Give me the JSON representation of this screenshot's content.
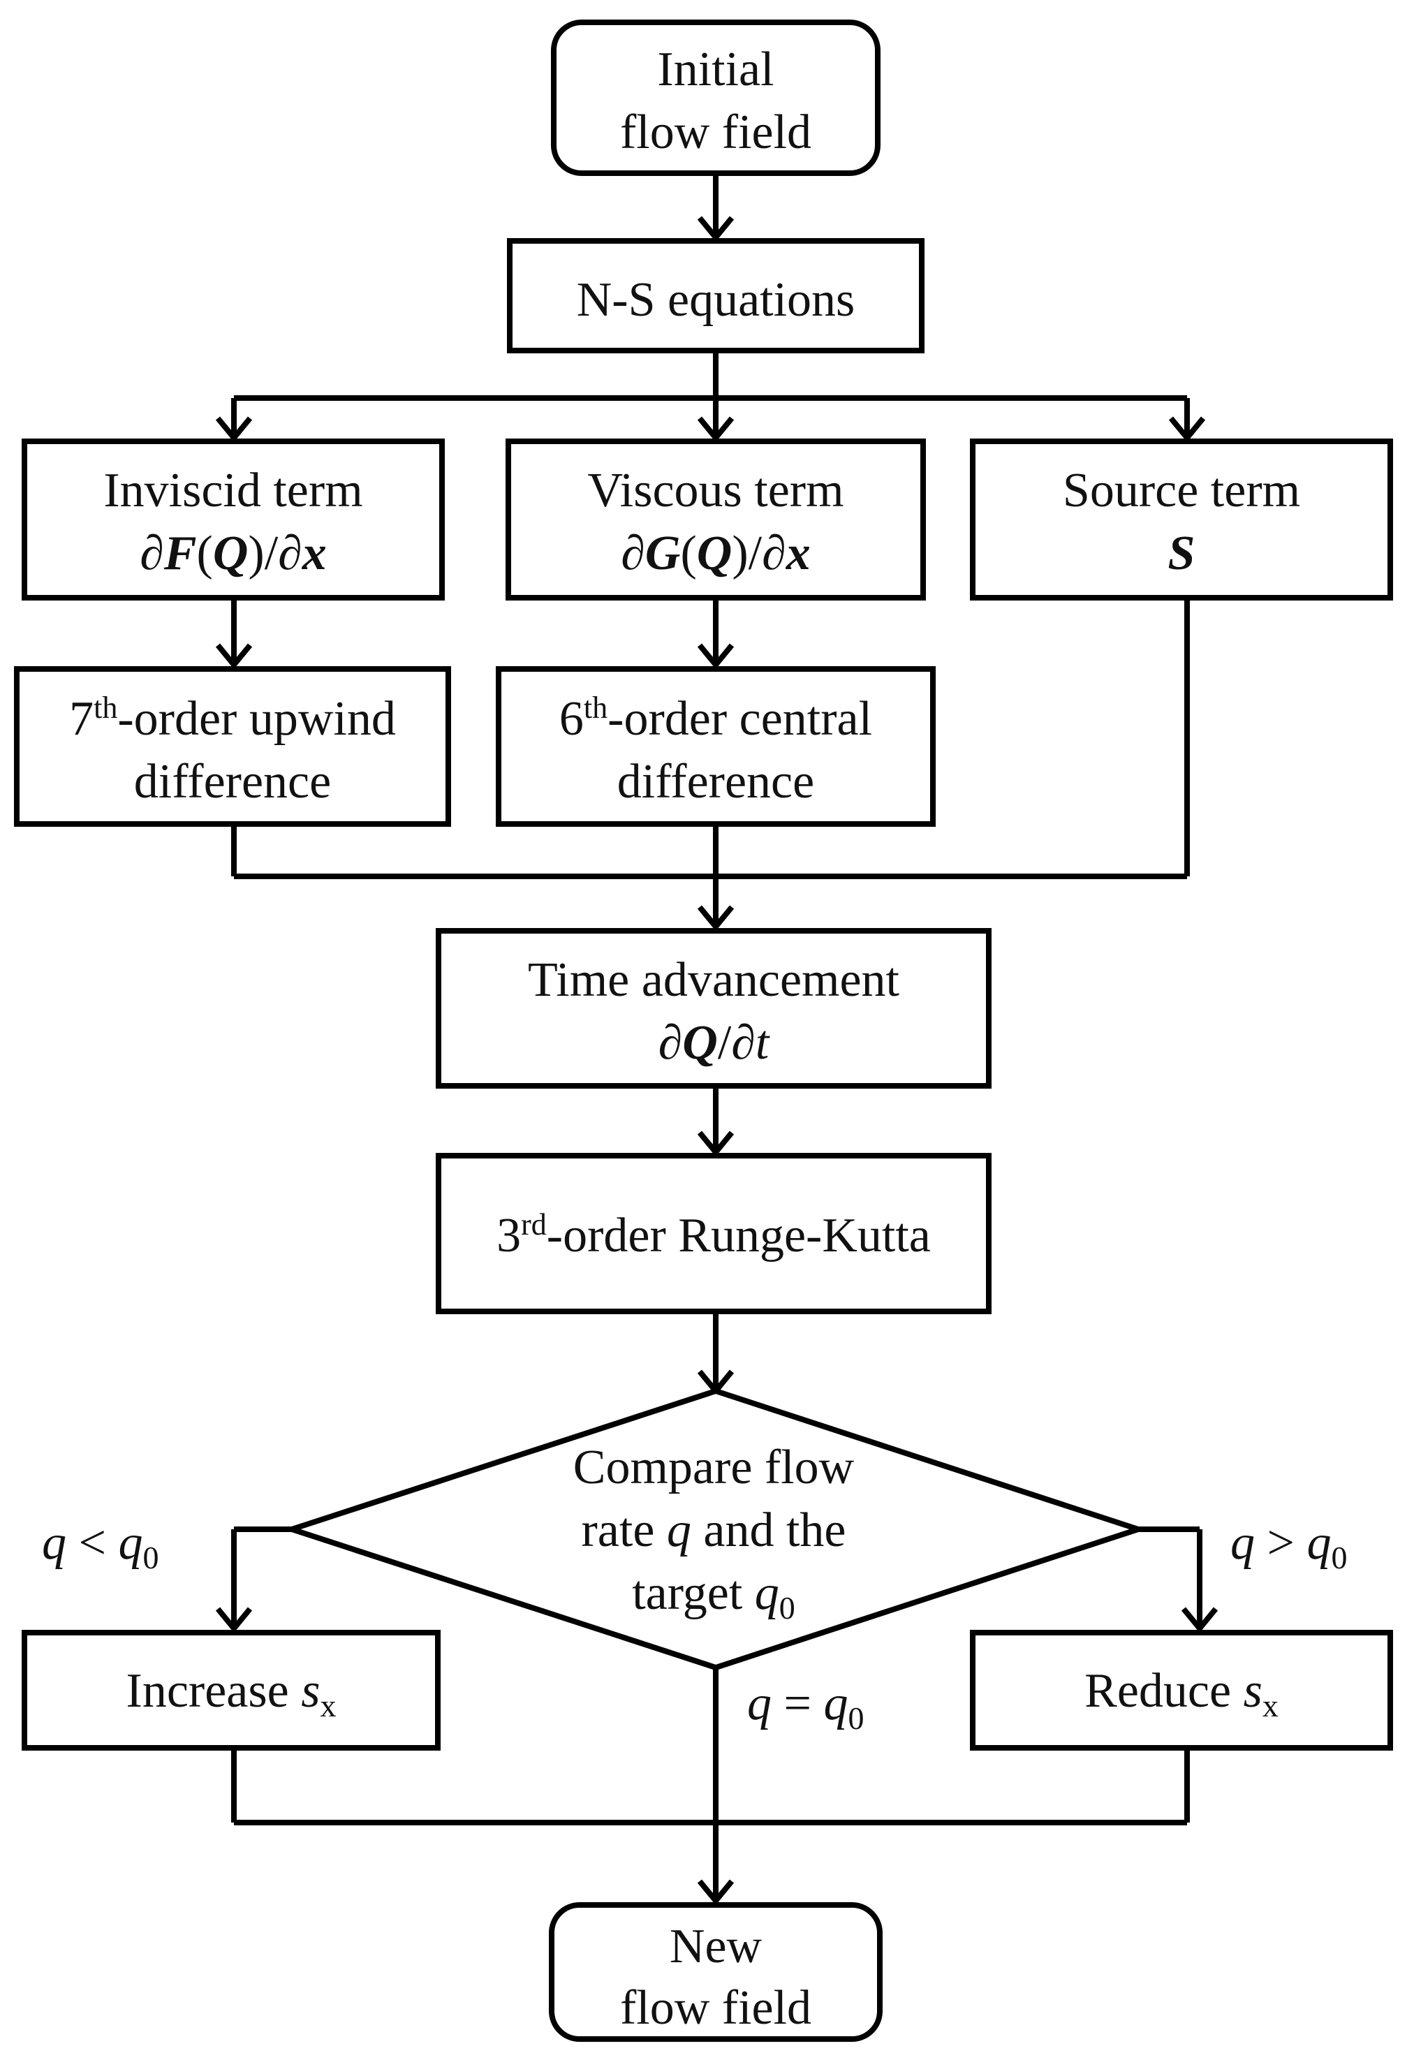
{
  "nodes": {
    "initial": {
      "line1": "Initial",
      "line2": "flow field"
    },
    "ns": {
      "label": "N-S equations"
    },
    "inviscid": {
      "title": "Inviscid term",
      "expr_partial": "∂",
      "expr_fn": "F",
      "expr_open": "(",
      "expr_arg": "Q",
      "expr_close": ")/∂",
      "expr_var": "x"
    },
    "viscous": {
      "title": "Viscous term",
      "expr_partial": "∂",
      "expr_fn": "G",
      "expr_open": "(",
      "expr_arg": "Q",
      "expr_close": ")/∂",
      "expr_var": "x"
    },
    "source": {
      "title": "Source term",
      "expr": "S"
    },
    "upwind": {
      "num": "7",
      "sup": "th",
      "rest": "-order upwind",
      "line2": "difference"
    },
    "central": {
      "num": "6",
      "sup": "th",
      "rest": "-order central",
      "line2": "difference"
    },
    "time": {
      "title": "Time advancement",
      "expr_partial": "∂",
      "expr_q": "Q",
      "expr_slash": "/∂",
      "expr_t": "t"
    },
    "rk": {
      "num": "3",
      "sup": "rd",
      "rest": "-order Runge-Kutta"
    },
    "decision": {
      "line1": "Compare flow",
      "line2_pre": "rate ",
      "line2_q": "q",
      "line2_post": " and the",
      "line3_pre": "target ",
      "line3_q": "q",
      "line3_sub": "0"
    },
    "increase": {
      "pre": "Increase ",
      "s": "s",
      "sub": "x"
    },
    "reduce": {
      "pre": "Reduce ",
      "s": "s",
      "sub": "x"
    },
    "new": {
      "line1": "New",
      "line2": "flow field"
    }
  },
  "conditions": {
    "less": {
      "q": "q",
      "op": " < ",
      "q0": "q",
      "sub": "0"
    },
    "greater": {
      "q": "q",
      "op": " > ",
      "q0": "q",
      "sub": "0"
    },
    "equal": {
      "q": "q",
      "op": " = ",
      "q0": "q",
      "sub": "0"
    }
  }
}
